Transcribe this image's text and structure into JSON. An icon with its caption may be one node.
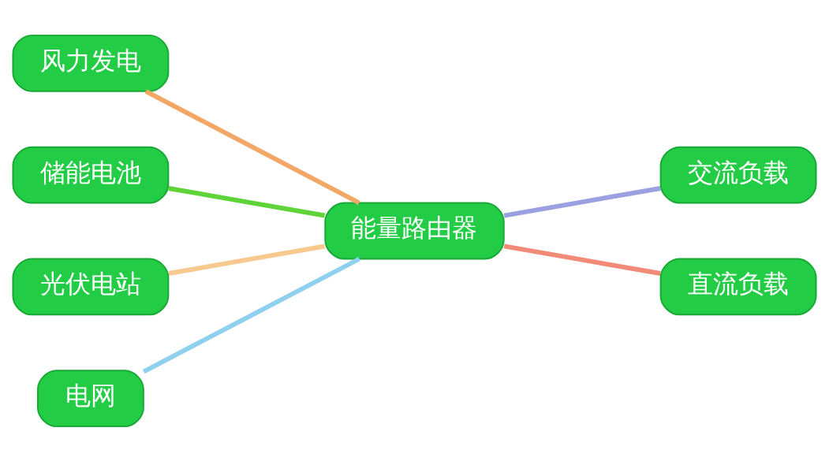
{
  "diagram": {
    "nodes": [
      {
        "text": [
          "风力发电"
        ]
      },
      {
        "text": [
          "储能电池"
        ]
      },
      {
        "text": [
          "光伏电站"
        ]
      },
      {
        "text": [
          "能量路由器"
        ]
      },
      {
        "text": [
          "交流负载"
        ]
      },
      {
        "text": [
          "电网"
        ]
      },
      {
        "text": [
          "直流负载"
        ]
      }
    ],
    "edges": [
      {
        "from": 2,
        "to": 3,
        "arrow": "none",
        "color": "#f7c98f"
      },
      {
        "from": 1,
        "to": 3,
        "arrow": "none",
        "color": "#5fd43a"
      },
      {
        "from": 0,
        "to": 3,
        "arrow": "none",
        "color": "#f2a766"
      },
      {
        "from": 5,
        "to": 3,
        "arrow": "none",
        "color": "#8fd0ef"
      },
      {
        "from": 3,
        "to": 6,
        "arrow": "none",
        "color": "#f28a78"
      },
      {
        "from": 3,
        "to": 4,
        "arrow": "none",
        "color": "#9aa0e0"
      }
    ]
  }
}
